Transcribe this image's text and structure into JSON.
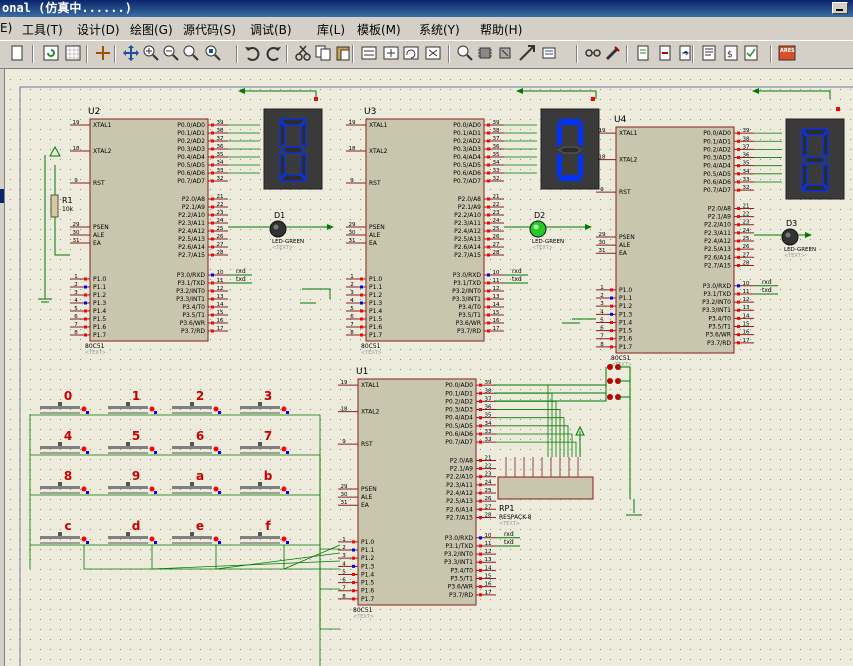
{
  "window": {
    "title": "onal (仿真中......)"
  },
  "menu": {
    "items": [
      "E)",
      "工具(T)",
      "设计(D)",
      "绘图(G)",
      "源代码(S)",
      "调试(B)",
      "库(L)",
      "模板(M)",
      "系统(Y)",
      "帮助(H)"
    ]
  },
  "toolbar": {
    "buttons": [
      "page-icon",
      "refresh-icon",
      "grid-icon",
      "origin-cross-icon",
      "pan-icon",
      "zoom-in-icon",
      "zoom-out-icon",
      "zoom-all-icon",
      "zoom-area-icon",
      "undo-icon",
      "redo-icon",
      "cut-icon",
      "copy-icon",
      "paste-icon",
      "block-copy-icon",
      "block-move-icon",
      "block-rotate-icon",
      "block-delete-icon",
      "pick-device-icon",
      "make-device-icon",
      "decompose-icon",
      "wire-autoroute-icon",
      "property-assign-icon",
      "search-icon",
      "property-tool-icon",
      "new-sheet-icon",
      "remove-sheet-icon",
      "goto-sheet-icon",
      "netlist-icon",
      "bill-of-materials-icon",
      "electrical-rule-check-icon",
      "ares-icon"
    ],
    "ares_label": "ARES"
  },
  "colors": {
    "canvas": "#ecebdc",
    "wire": "#007b00",
    "body": "#c9c6ae",
    "body_border": "#8a1f1f",
    "pin_red": "#ff0000",
    "pin_blue": "#0000ff",
    "seg_on": "#0032ff",
    "seg_bg": "#3a3a3a",
    "label": "#000000",
    "digit": "#cc0000"
  },
  "schematic": {
    "text_placeholder": "<TEXT>",
    "mcu_part": "80C51",
    "left_pins": [
      {
        "num": "19",
        "name": "XTAL1"
      },
      {
        "num": "18",
        "name": "XTAL2"
      },
      {
        "num": "9",
        "name": "RST"
      },
      {
        "num": "29",
        "name": "PSEN"
      },
      {
        "num": "30",
        "name": "ALE"
      },
      {
        "num": "31",
        "name": "EA"
      },
      {
        "num": "1",
        "name": "P1.0"
      },
      {
        "num": "2",
        "name": "P1.1"
      },
      {
        "num": "3",
        "name": "P1.2"
      },
      {
        "num": "4",
        "name": "P1.3"
      },
      {
        "num": "5",
        "name": "P1.4"
      },
      {
        "num": "6",
        "name": "P1.5"
      },
      {
        "num": "7",
        "name": "P1.6"
      },
      {
        "num": "8",
        "name": "P1.7"
      }
    ],
    "right_pins": [
      {
        "num": "39",
        "name": "P0.0/AD0"
      },
      {
        "num": "38",
        "name": "P0.1/AD1"
      },
      {
        "num": "37",
        "name": "P0.2/AD2"
      },
      {
        "num": "36",
        "name": "P0.3/AD3"
      },
      {
        "num": "35",
        "name": "P0.4/AD4"
      },
      {
        "num": "34",
        "name": "P0.5/AD5"
      },
      {
        "num": "33",
        "name": "P0.6/AD6"
      },
      {
        "num": "32",
        "name": "P0.7/AD7"
      },
      {
        "num": "21",
        "name": "P2.0/A8"
      },
      {
        "num": "22",
        "name": "P2.1/A9"
      },
      {
        "num": "23",
        "name": "P2.2/A10"
      },
      {
        "num": "24",
        "name": "P2.3/A11"
      },
      {
        "num": "25",
        "name": "P2.4/A12"
      },
      {
        "num": "26",
        "name": "P2.5/A13"
      },
      {
        "num": "27",
        "name": "P2.6/A14"
      },
      {
        "num": "28",
        "name": "P2.7/A15"
      },
      {
        "num": "10",
        "name": "P3.0/RXD"
      },
      {
        "num": "11",
        "name": "P3.1/TXD"
      },
      {
        "num": "12",
        "name": "P3.2/INT0"
      },
      {
        "num": "13",
        "name": "P3.3/INT1"
      },
      {
        "num": "14",
        "name": "P3.4/T0"
      },
      {
        "num": "15",
        "name": "P3.5/T1"
      },
      {
        "num": "16",
        "name": "P3.6/WR"
      },
      {
        "num": "17",
        "name": "P3.7/RD"
      }
    ],
    "mcus": [
      {
        "ref": "U2"
      },
      {
        "ref": "U3"
      },
      {
        "ref": "U4"
      },
      {
        "ref": "U1"
      }
    ],
    "net_labels": {
      "rx": "rxd",
      "tx": "txd"
    },
    "leds": [
      {
        "ref": "D1",
        "part": "LED-GREEN",
        "lit": false
      },
      {
        "ref": "D2",
        "part": "LED-GREEN",
        "lit": true
      },
      {
        "ref": "D3",
        "part": "LED-GREEN",
        "lit": false
      }
    ],
    "displays": [
      {
        "digit": "8",
        "lit": false
      },
      {
        "digit": "0",
        "lit": true
      },
      {
        "digit": "8",
        "lit": false
      }
    ],
    "resistor": {
      "ref": "R1",
      "value": "10k"
    },
    "rpack": {
      "ref": "RP1",
      "part": "RESPACK-8"
    },
    "keys": [
      "0",
      "1",
      "2",
      "3",
      "4",
      "5",
      "6",
      "7",
      "8",
      "9",
      "a",
      "b",
      "c",
      "d",
      "e",
      "f"
    ]
  }
}
